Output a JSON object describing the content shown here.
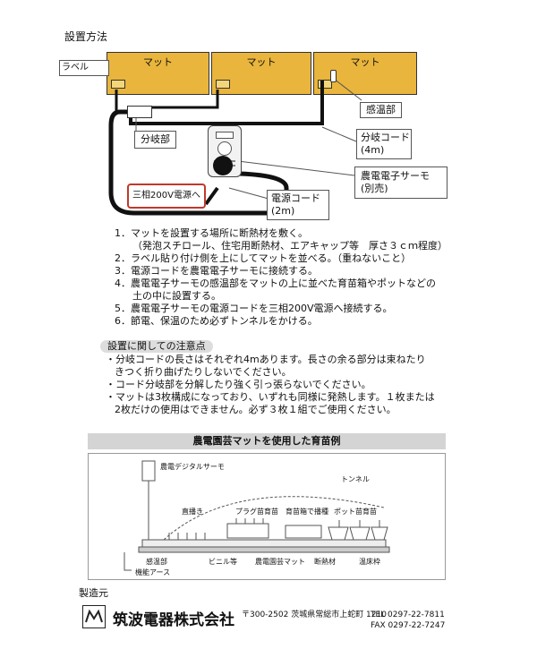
{
  "title": "設置方法",
  "diagram": {
    "mats": [
      "マット",
      "マット",
      "マット"
    ],
    "label_tag": "ラベル",
    "sensor": "感温部",
    "branch": "分岐部",
    "branch_cord": [
      "分岐コード",
      "(4m)"
    ],
    "thermo": [
      "農電電子サーモ",
      "(別売)"
    ],
    "power_cord": [
      "電源コード",
      "(2m)"
    ],
    "power_box": "三相200V電源へ",
    "colors": {
      "mat": "#e9b53c",
      "cord": "#111111",
      "power_border": "#c0392b"
    }
  },
  "steps": [
    "1．マットを設置する場所に断熱材を敷く。",
    "（発泡スチロール、住宅用断熱材、エアキャップ等　厚さ３ｃｍ程度）",
    "2．ラベル貼り付け側を上にしてマットを並べる。（重ねないこと）",
    "3．電源コードを農電電子サーモに接続する。",
    "4．農電電子サーモの感温部をマットの上に並べた育苗箱やポットなどの",
    "土の中に設置する。",
    "5．農電電子サーモの電源コードを三相200V電源へ接続する。",
    "6．節電、保温のため必ずトンネルをかける。"
  ],
  "notes": {
    "heading": "設置に関しての注意点",
    "items": [
      "・分岐コードの長さはそれぞれ4mあります。長さの余る部分は束ねたり",
      "きつく折り曲げたりしないでください。",
      "・コード分岐部を分解したり強く引っ張らないでください。",
      "・マットは3枚構成になっており、いずれも同様に発熱します。１枚または",
      "2枚だけの使用はできません。必ず３枚１組でご使用ください。"
    ]
  },
  "example": {
    "title": "農電園芸マットを使用した育苗例",
    "labels": {
      "thermo": "農電デジタルサーモ",
      "tunnel": "トンネル",
      "direct": "直播き",
      "plug": "プラグ苗育苗",
      "box": "育苗箱で播種",
      "pot": "ポット苗育苗",
      "sensor": "感温部",
      "vinyl": "ビニル等",
      "mat": "農電園芸マット",
      "insulation": "断熱材",
      "frame": "温床枠",
      "earth": "機能アース"
    }
  },
  "maker": {
    "heading": "製造元",
    "company": "筑波電器株式会社",
    "address": "〒300-2502 茨城県常総市上蛇町 1210",
    "tel": "TEL 0297-22-7811",
    "fax": "FAX 0297-22-7247"
  }
}
